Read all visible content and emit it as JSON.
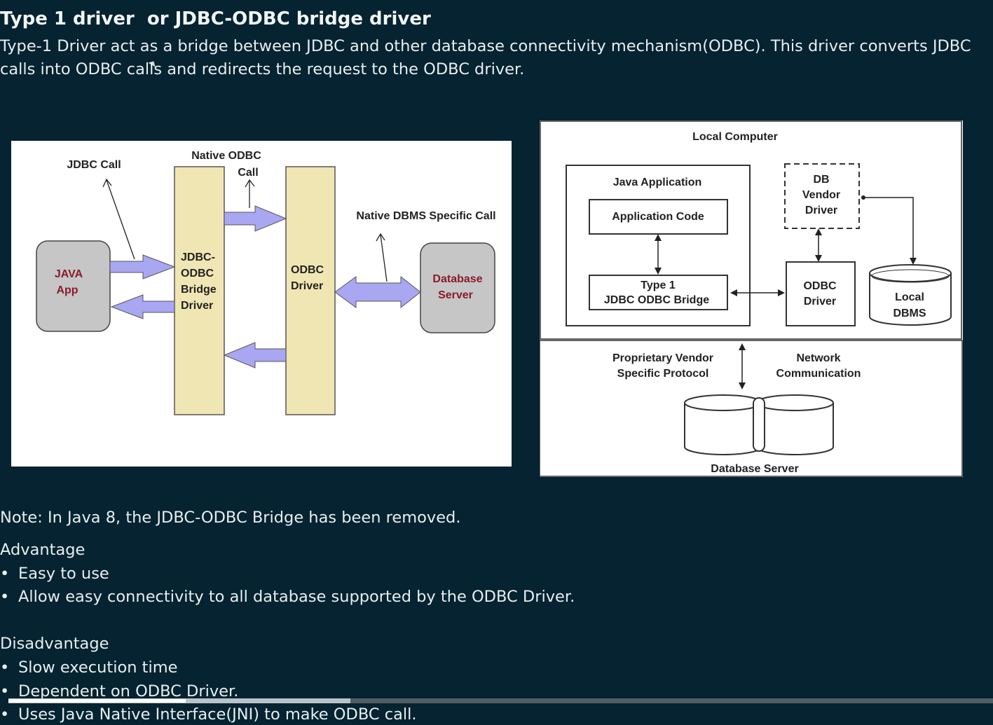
{
  "title": "Type 1 driver  or JDBC-ODBC bridge driver",
  "intro": "Type-1 Driver act as a bridge between JDBC and other database connectivity mechanism(ODBC). This driver converts JDBC calls into ODBC calls and redirects the request to the ODBC driver.",
  "diagram_left": {
    "jdbc_call": "JDBC Call",
    "native_odbc_call_1": "Native ODBC",
    "native_odbc_call_2": "Call",
    "native_dbms_call": "Native DBMS Specific Call",
    "java_app_1": "JAVA",
    "java_app_2": "App",
    "bridge_1": "JDBC-",
    "bridge_2": "ODBC",
    "bridge_3": "Bridge",
    "bridge_4": "Driver",
    "odbc_driver_1": "ODBC",
    "odbc_driver_2": "Driver",
    "db_server_1": "Database",
    "db_server_2": "Server",
    "colors": {
      "box_fill": "#f0e6b4",
      "arrow_fill": "#a9a6f2",
      "app_fill": "#c6c6c6",
      "accent_text": "#8b1a2b"
    }
  },
  "diagram_right": {
    "local_computer": "Local Computer",
    "java_application": "Java Application",
    "application_code": "Application Code",
    "type1_1": "Type 1",
    "type1_2": "JDBC ODBC Bridge",
    "db_vendor_1": "DB",
    "db_vendor_2": "Vendor",
    "db_vendor_3": "Driver",
    "odbc_driver_1": "ODBC",
    "odbc_driver_2": "Driver",
    "local_dbms_1": "Local",
    "local_dbms_2": "DBMS",
    "proprietary_1": "Proprietary Vendor",
    "proprietary_2": "Specific  Protocol",
    "network_1": "Network",
    "network_2": "Communication",
    "database_server": "Database Server"
  },
  "note": "Note: In Java 8, the JDBC-ODBC Bridge has been removed.",
  "advantage": {
    "heading": "Advantage",
    "items": [
      "Easy to use",
      "Allow easy connectivity to all database supported by the ODBC Driver."
    ]
  },
  "disadvantage": {
    "heading": "Disadvantage",
    "items": [
      "Slow execution time",
      "Dependent on ODBC Driver.",
      "Uses Java Native Interface(JNI) to make ODBC call."
    ]
  },
  "bullet_char": "•",
  "video_progress": {
    "buffered": 0.347,
    "played": 0.18
  }
}
